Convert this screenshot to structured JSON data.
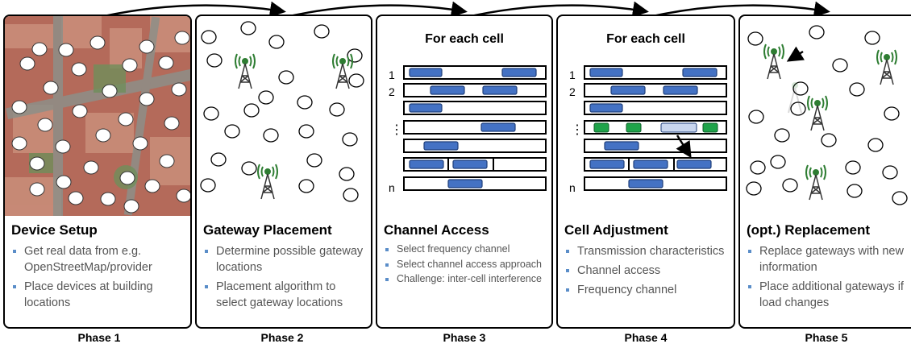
{
  "panels": [
    {
      "title": "Device Setup",
      "bullets": [
        "Get real data from e.g. OpenStreetMap/provider",
        "Place devices at building locations"
      ],
      "phase": "Phase 1"
    },
    {
      "title": "Gateway Placement",
      "bullets": [
        "Determine possible gateway locations",
        "Placement algorithm to select gateway locations"
      ],
      "phase": "Phase 2"
    },
    {
      "title": "Channel Access",
      "header": "For each cell",
      "bullets": [
        "Select frequency channel",
        "Select channel access approach",
        "Challenge: inter-cell interference"
      ],
      "phase": "Phase 3"
    },
    {
      "title": "Cell Adjustment",
      "header": "For each cell",
      "bullets": [
        "Transmission characteristics",
        "Channel access",
        "Frequency channel"
      ],
      "phase": "Phase 4"
    },
    {
      "title": "(opt.) Replacement",
      "bullets": [
        "Replace gateways with new information",
        "Place additional gateways if load changes"
      ],
      "phase": "Phase 5"
    }
  ],
  "row_labels": {
    "first": "1",
    "second": "2",
    "dots": "⋮",
    "last": "n"
  },
  "icons": {
    "gateway": "cell-tower-icon",
    "device": "device-circle-icon",
    "flow": "curved-arrow-icon"
  },
  "colors": {
    "slot": "#4472c4",
    "slot_stroke": "#1f3f7a",
    "success": "#1fa34a",
    "collision": "#c9d6ee",
    "tower": "#2e7d32",
    "bullet": "#5a8dc8"
  }
}
